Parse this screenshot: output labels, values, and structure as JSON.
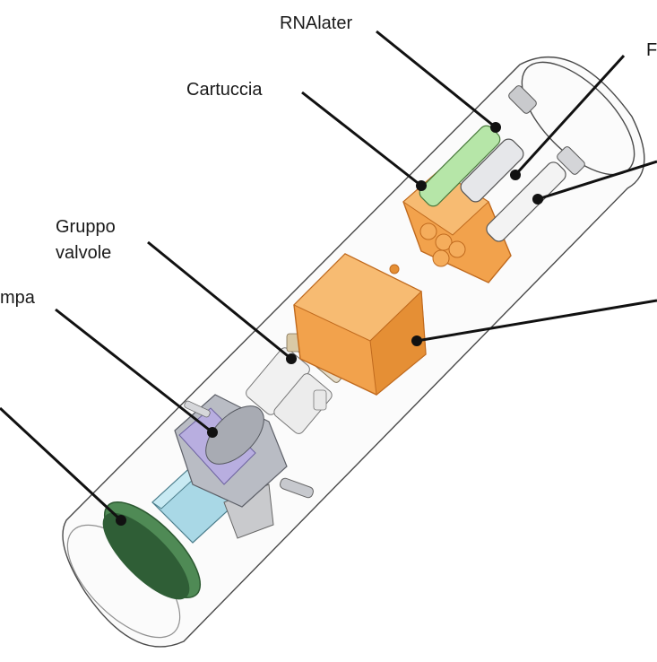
{
  "labels": {
    "rnalater": "RNAlater",
    "cartuccia": "Cartuccia",
    "gruppo_line1": "Gruppo",
    "gruppo_line2": "valvole",
    "pompa_partial": "mpa",
    "cut_right_top": "F"
  },
  "colors": {
    "orange": "#f2a24c",
    "orange_dark": "#c06a1e",
    "green_disc": "#4f8a55",
    "motor_blue": "#a9d8e6",
    "pump_grey": "#b9bcc4",
    "purple_plate": "#b8aee0",
    "rna_green": "#b6e6a8",
    "line": "#111111"
  }
}
